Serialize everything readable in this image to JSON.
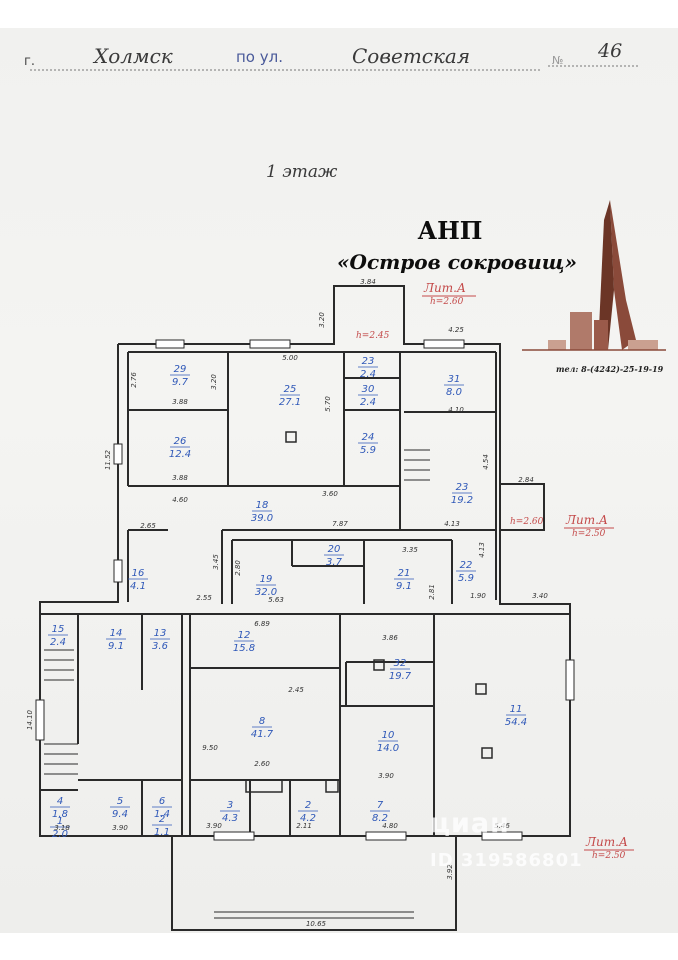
{
  "header": {
    "city": "Холмск",
    "street_prefix": "по ул.",
    "street": "Советская",
    "house_number": "46",
    "floor_title": "1 этаж"
  },
  "agency": {
    "name": "АНП",
    "subtitle": "«Остров сокровищ»",
    "phone": "тел: 8-(4242)-25-19-19"
  },
  "watermark": {
    "brand": "циан",
    "id": "ID 319586801"
  },
  "level_marks": {
    "top": "Лит.А",
    "top_h": "h=2.60",
    "right": "Лит.А",
    "right_h": "h=2.50",
    "bottom": "Лит.А",
    "bottom_h": "h=2.50",
    "porch_h": "h=2.45",
    "side_h": "h=2.60"
  },
  "rooms": [
    {
      "num": "29",
      "area": "9.7"
    },
    {
      "num": "25",
      "area": "27.1"
    },
    {
      "num": "23",
      "area": "2.4"
    },
    {
      "num": "30",
      "area": "2.4"
    },
    {
      "num": "31",
      "area": "8.0"
    },
    {
      "num": "26",
      "area": "12.4"
    },
    {
      "num": "24",
      "area": "5.9"
    },
    {
      "num": "23",
      "area": "19.2"
    },
    {
      "num": "18",
      "area": "39.0"
    },
    {
      "num": "16",
      "area": "4.1"
    },
    {
      "num": "19",
      "area": "32.0"
    },
    {
      "num": "20",
      "area": "3.7"
    },
    {
      "num": "21",
      "area": "9.1"
    },
    {
      "num": "22",
      "area": "5.9"
    },
    {
      "num": "15",
      "area": "2.4"
    },
    {
      "num": "14",
      "area": "9.1"
    },
    {
      "num": "13",
      "area": "3.6"
    },
    {
      "num": "12",
      "area": "15.8"
    },
    {
      "num": "32",
      "area": "19.7"
    },
    {
      "num": "11",
      "area": "54.4"
    },
    {
      "num": "8",
      "area": "41.7"
    },
    {
      "num": "10",
      "area": "14.0"
    },
    {
      "num": "4",
      "area": "1.8"
    },
    {
      "num": "5",
      "area": "9.4"
    },
    {
      "num": "6",
      "area": "1.4"
    },
    {
      "num": "3",
      "area": "4.3"
    },
    {
      "num": "2",
      "area": "4.2"
    },
    {
      "num": "7",
      "area": "8.2"
    },
    {
      "num": "1",
      "area": "2.0"
    },
    {
      "num": "2",
      "area": "1.1"
    }
  ],
  "dimensions": [
    "3.84",
    "3.20",
    "4.25",
    "5.00",
    "2.76",
    "3.20",
    "3.88",
    "5.70",
    "4.10",
    "11.52",
    "3.88",
    "4.60",
    "3.60",
    "4.54",
    "2.84",
    "4.13",
    "7.87",
    "2.65",
    "3.45",
    "2.80",
    "3.35",
    "2.55",
    "5.63",
    "1.90",
    "3.40",
    "6.89",
    "3.86",
    "2.45",
    "9.50",
    "2.60",
    "3.90",
    "3.90",
    "14.10",
    "3.90",
    "2.11",
    "4.80",
    "5.46",
    "3.18",
    "3.92",
    "10.65",
    "2.81",
    "4.13"
  ]
}
